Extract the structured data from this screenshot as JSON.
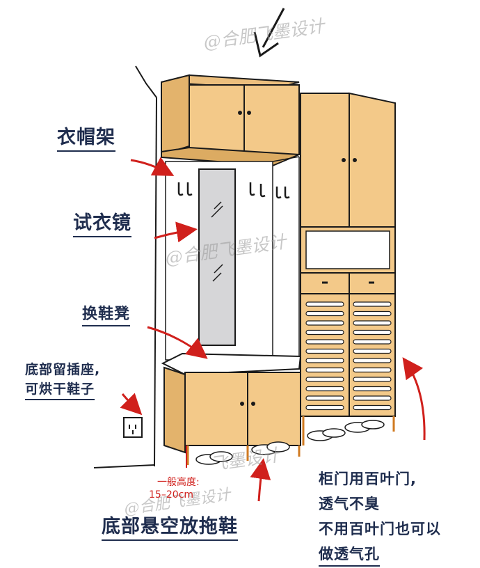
{
  "labels": {
    "coat_rack": "衣帽架",
    "fitting_mirror": "试衣镜",
    "shoe_bench": "换鞋凳",
    "socket_line1": "底部留插座,",
    "socket_line2": "可烘干鞋子",
    "height_line1": "一般高度:",
    "height_line2": "15–20cm",
    "bottom_caption": "底部悬空放拖鞋"
  },
  "notes": [
    "柜门用百叶门,",
    "透气不臭",
    "不用百叶门也可以",
    "做透气孔"
  ],
  "watermarks": {
    "top": "@合肥飞墨设计",
    "middle": "@合肥飞墨设计",
    "lower": "飞墨设计",
    "bottom": "@合肥飞墨设计"
  },
  "colors": {
    "wood": "#f3c989",
    "wood_dark": "#dcab62",
    "outline": "#1a1a1a",
    "label": "#1f2d4e",
    "arrow": "#d0201c"
  }
}
